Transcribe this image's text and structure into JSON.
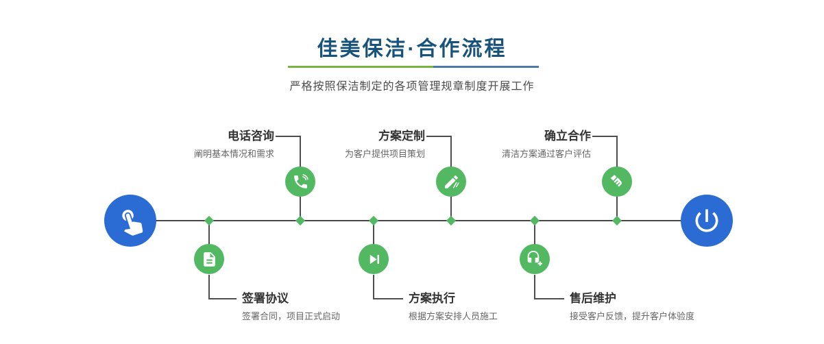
{
  "header": {
    "title": "佳美保洁·合作流程",
    "subtitle": "严格按照保洁制定的各项管理规章制度开展工作"
  },
  "steps_top": [
    {
      "title": "电话咨询",
      "desc": "阐明基本情况和需求",
      "icon": "phone-call-icon"
    },
    {
      "title": "方案定制",
      "desc": "为客户提供项目策划",
      "icon": "pencil-edit-icon"
    },
    {
      "title": "确立合作",
      "desc": "清洁方案通过客户评估",
      "icon": "handshake-icon"
    }
  ],
  "steps_bottom": [
    {
      "title": "签署协议",
      "desc": "签署合同，项目正式启动",
      "icon": "contract-note-icon"
    },
    {
      "title": "方案执行",
      "desc": "根据方案安排人员施工",
      "icon": "play-next-icon"
    },
    {
      "title": "售后维护",
      "desc": "接受客户反馈，提升客户体验度",
      "icon": "headset-support-icon"
    }
  ],
  "endpoints": {
    "start_icon": "pointing-hand-icon",
    "end_icon": "power-icon"
  },
  "colors": {
    "endpoint_blue": "#2b6cd4",
    "node_green": "#52b962",
    "title_navy": "#17537a",
    "divider_green": "#76b43f",
    "divider_blue": "#4a7ba6",
    "line_gray": "#474747"
  }
}
